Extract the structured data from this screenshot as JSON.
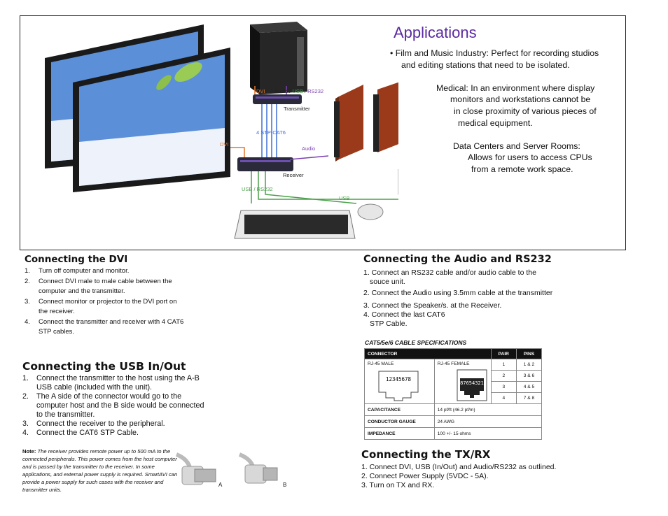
{
  "diagram": {
    "labels": {
      "dvi_top": "DVI",
      "audio": "Audio",
      "slash1": " / ",
      "usb": "USB",
      "slash2": " / ",
      "rs232": "RS232",
      "transmitter": "Transmitter",
      "stp": "4 STP-CAT6",
      "dvi_left": "DVI",
      "audio_right": "Audio",
      "receiver": "Receiver",
      "usb_rs232": "USB / RS232",
      "usb_right": "USB"
    }
  },
  "applications": {
    "title": "Applications",
    "item1": "• Film and Music Industry: Perfect for recording studios",
    "item1b": "and editing stations that need to be isolated.",
    "item2a": "Medical: In an environment where display",
    "item2b": "monitors and workstations cannot be",
    "item2c": "in close proximity of various pieces of",
    "item2d": "medical equipment.",
    "item3a": "Data Centers and Server Rooms:",
    "item3b": "Allows for users to access CPUs",
    "item3c": "from a remote work space."
  },
  "dvi": {
    "title": "Connecting the DVI",
    "steps": [
      {
        "num": "1.",
        "text": "Turn off computer and monitor."
      },
      {
        "num": "2.",
        "text": "Connect DVI male to male cable between the computer and the transmitter."
      },
      {
        "num": "3.",
        "text": "Connect monitor or projector to the DVI port on the receiver."
      },
      {
        "num": "4.",
        "text": "Connect the transmitter and receiver with 4 CAT6 STP cables."
      }
    ]
  },
  "usb": {
    "title": "Connecting the USB In/Out",
    "steps": [
      {
        "num": "1.",
        "text": "Connect the transmitter to the host using the A-B USB cable (included with the unit)."
      },
      {
        "num": "2.",
        "text": "The A side of the connector would go to the computer host and the B side would be connected to the transmitter."
      },
      {
        "num": "3.",
        "text": "Connect the receiver to the peripheral."
      },
      {
        "num": "4.",
        "text": "Connect the CAT6 STP Cable."
      }
    ],
    "note_label": "Note:",
    "note_text": "The receiver provides remote power up to 500 mA to the connected peripherals. This power comes from the host computer and is passed by the transmitter to the receiver. In some applications, and external power supply is required. SmartAVI can provide a power supply for such cases with the receiver and transmitter units.",
    "plug_a": "A",
    "plug_b": "B"
  },
  "audio": {
    "title": "Connecting the Audio and RS232",
    "step1a": "1. Connect an RS232 cable and/or audio cable to the",
    "step1b": "souce unit.",
    "step2": "2. Connect the Audio using 3.5mm cable at the transmitter",
    "step3": "3. Connect the Speaker/s. at the Receiver.",
    "step4a": "4. Connect the last CAT6",
    "step4b": "STP Cable."
  },
  "cable_spec": {
    "title": "CAT5/5e/6 CABLE SPECIFICATIONS",
    "h_connector": "CONNECTOR",
    "h_pair": "PAIR",
    "h_pins": "PINS",
    "rj45_male": "RJ-45 MALE",
    "rj45_female": "RJ-45 FEMALE",
    "male_pins": "12345678",
    "female_pins": "87654321",
    "pairs": [
      {
        "pair": "1",
        "pins": "1 & 2"
      },
      {
        "pair": "2",
        "pins": "3 & 6"
      },
      {
        "pair": "3",
        "pins": "4 & 5"
      },
      {
        "pair": "4",
        "pins": "7 & 8"
      }
    ],
    "capacitance_label": "CAPACITANCE",
    "capacitance_value": "14 pf/ft (46.2 pf/m)",
    "gauge_label": "CONDUCTOR GAUGE",
    "gauge_value": "24 AWG",
    "impedance_label": "IMPEDANCE",
    "impedance_value": "100 +/- 15 ohms"
  },
  "txrx": {
    "title": "Connecting the TX/RX",
    "step1": "1. Connect DVI, USB (In/Out) and Audio/RS232 as outlined.",
    "step2": "2. Connect Power Supply (5VDC - 5A).",
    "step3": "3. Turn on TX and RX."
  }
}
